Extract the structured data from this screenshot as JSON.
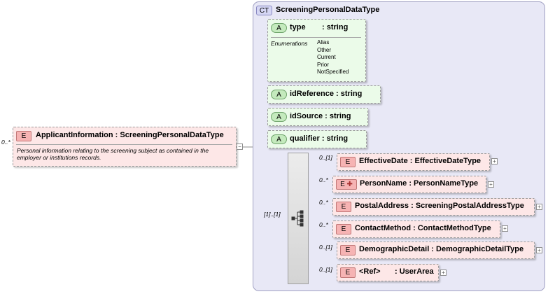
{
  "root_element": {
    "badge": "E",
    "name": "ApplicantInformation",
    "type": "ScreeningPersonalDataType",
    "occurs": "0..*",
    "documentation": "Personal information relating to the screening subject as contained in the employer or institutions records."
  },
  "complex_type": {
    "badge": "CT",
    "name": "ScreeningPersonalDataType"
  },
  "attributes": [
    {
      "badge": "A",
      "name": "type",
      "type": "string",
      "enumerations_label": "Enumerations",
      "enumerations": [
        "Alias",
        "Other",
        "Current",
        "Prior",
        "NotSpecified"
      ]
    },
    {
      "badge": "A",
      "name": "idReference",
      "type": "string"
    },
    {
      "badge": "A",
      "name": "idSource",
      "type": "string"
    },
    {
      "badge": "A",
      "name": "qualifier",
      "type": "string"
    }
  ],
  "sequence": {
    "occurs": "[1]..[1]"
  },
  "children": [
    {
      "badge": "E",
      "occurs": "0..[1]",
      "name": "EffectiveDate",
      "type": "EffectiveDateType"
    },
    {
      "badge": "E",
      "occurs": "0..*",
      "name": "PersonName",
      "type": "PersonNameType"
    },
    {
      "badge": "E",
      "occurs": "0..*",
      "name": "PostalAddress",
      "type": "ScreeningPostalAddressType"
    },
    {
      "badge": "E",
      "occurs": "0..*",
      "name": "ContactMethod",
      "type": "ContactMethodType"
    },
    {
      "badge": "E",
      "occurs": "0..[1]",
      "name": "DemographicDetail",
      "type": "DemographicDetailType"
    },
    {
      "badge": "E",
      "occurs": "0..[1]",
      "name": "<Ref>",
      "type": "UserArea"
    }
  ],
  "colors": {
    "element_fill": "#fde7e7",
    "element_badge": "#f6b3b3",
    "attribute_fill": "#ebfbe9",
    "attribute_badge": "#c4eabd",
    "complex_type_fill": "#e8e8f6"
  }
}
